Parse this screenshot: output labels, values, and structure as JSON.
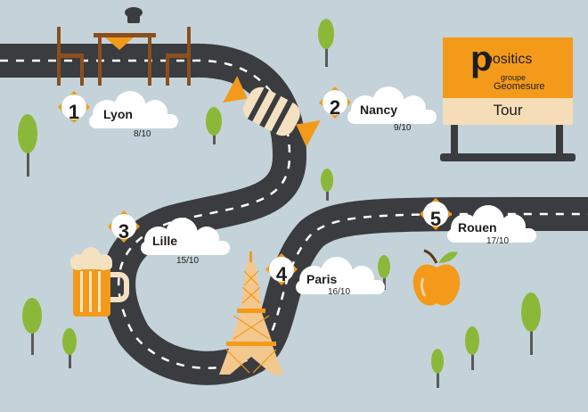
{
  "colors": {
    "background": "#c4d3d9",
    "road": "#3a3c3f",
    "road_marking": "#ffffff",
    "accent": "#f39a1b",
    "tree": "#8cb83a",
    "trunk": "#5a5a5a"
  },
  "sign": {
    "logo_word": "positics",
    "logo_initial": "p",
    "group_label": "groupe",
    "group_name": "Geomesure",
    "title": "Tour"
  },
  "stops": [
    {
      "number": "1",
      "city": "Lyon",
      "date": "8/10",
      "landmark": "dining-table-icon"
    },
    {
      "number": "2",
      "city": "Nancy",
      "date": "9/10",
      "landmark": "candy-icon"
    },
    {
      "number": "3",
      "city": "Lille",
      "date": "15/10",
      "landmark": "beer-mug-icon"
    },
    {
      "number": "4",
      "city": "Paris",
      "date": "16/10",
      "landmark": "eiffel-tower-icon"
    },
    {
      "number": "5",
      "city": "Rouen",
      "date": "17/10",
      "landmark": "apple-icon"
    }
  ]
}
